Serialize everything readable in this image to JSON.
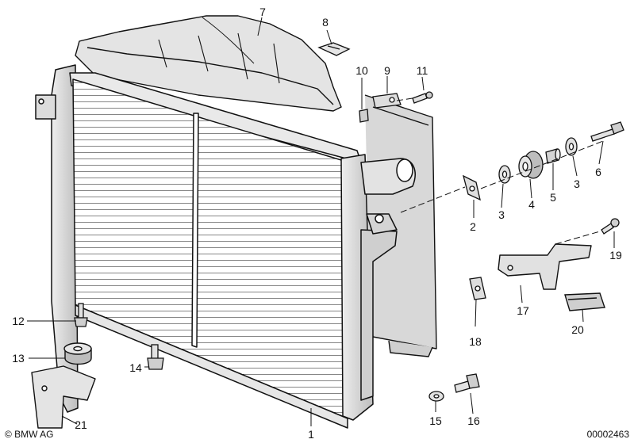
{
  "diagram": {
    "part_numbers": [
      "1",
      "2",
      "3",
      "3",
      "4",
      "5",
      "6",
      "7",
      "8",
      "9",
      "10",
      "11",
      "12",
      "13",
      "14",
      "15",
      "16",
      "17",
      "18",
      "19",
      "20",
      "21"
    ],
    "copyright": "© BMW AG",
    "drawing_number": "00002463"
  }
}
